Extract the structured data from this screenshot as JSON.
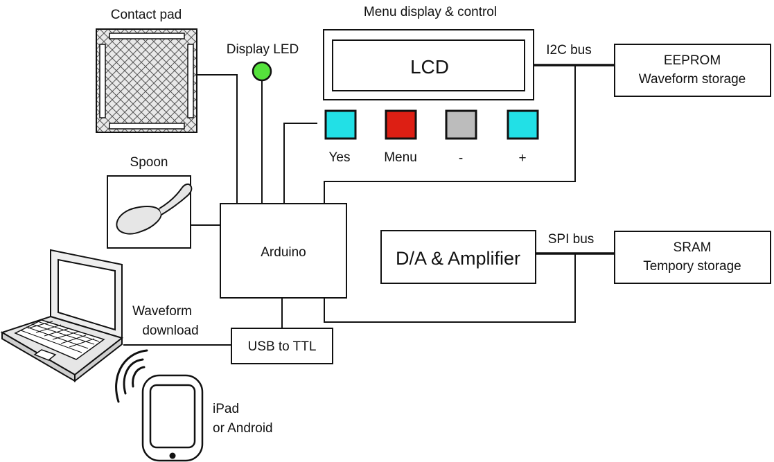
{
  "labels": {
    "contact_pad": "Contact pad",
    "display_led": "Display LED",
    "menu_display": "Menu display & control",
    "lcd": "LCD",
    "i2c_bus": "I2C bus",
    "eeprom_line1": "EEPROM",
    "eeprom_line2": "Waveform storage",
    "spoon": "Spoon",
    "arduino": "Arduino",
    "dac": "D/A & Amplifier",
    "spi_bus": "SPI bus",
    "sram_line1": "SRAM",
    "sram_line2": "Tempory storage",
    "waveform_line1": "Waveform",
    "waveform_line2": "download",
    "usb_ttl": "USB to TTL",
    "ipad_line1": "iPad",
    "ipad_line2": "or Android"
  },
  "buttons": [
    {
      "label": "Yes",
      "color": "#22e0e6"
    },
    {
      "label": "Menu",
      "color": "#dd1f14"
    },
    {
      "label": "-",
      "color": "#bcbcbc"
    },
    {
      "label": "+",
      "color": "#22e0e6"
    }
  ],
  "colors": {
    "led": "#55e23c",
    "stroke": "#111111"
  }
}
